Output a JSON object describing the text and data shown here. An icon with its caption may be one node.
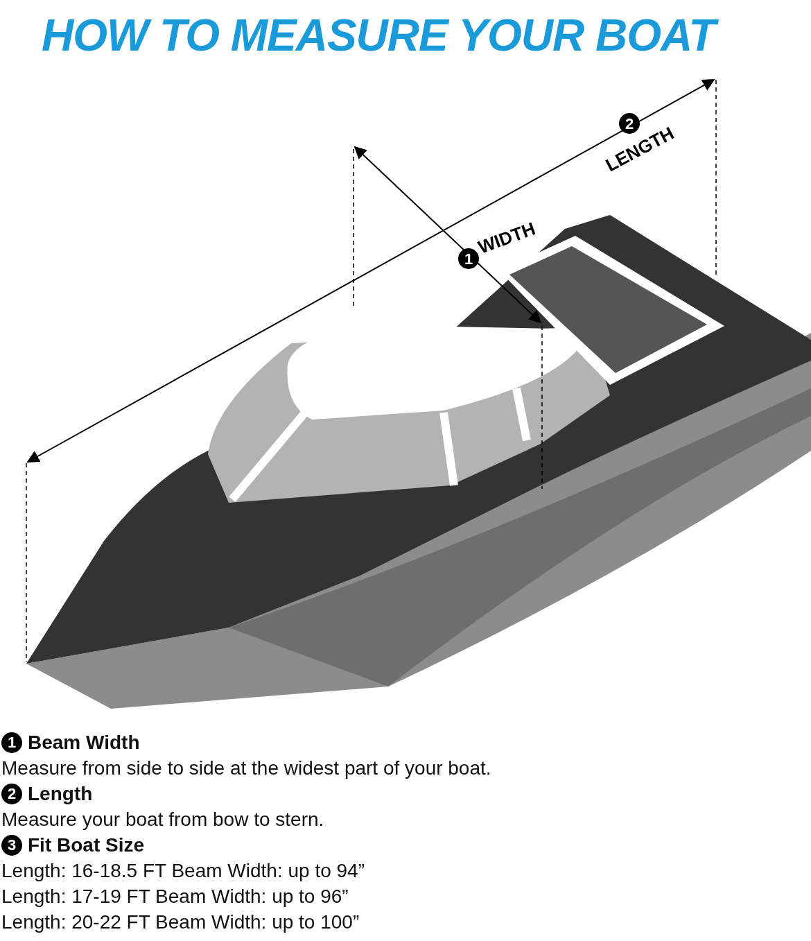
{
  "diagram": {
    "title": "HOW TO MEASURE YOUR BOAT",
    "labels": [
      "1",
      "WIDTH",
      "2",
      "LENGTH",
      "1",
      "Beam Width",
      "Measure from side to side at the widest part of your boat.",
      "2",
      "Length",
      "Measure your boat from bow to stern.",
      "3",
      "Fit Boat Size",
      "Length: 16-18.5 FT Beam Width: up to 94”",
      "Length: 17-19 FT Beam Width: up to 96”",
      "Length: 20-22 FT Beam Width: up to 100”"
    ]
  }
}
